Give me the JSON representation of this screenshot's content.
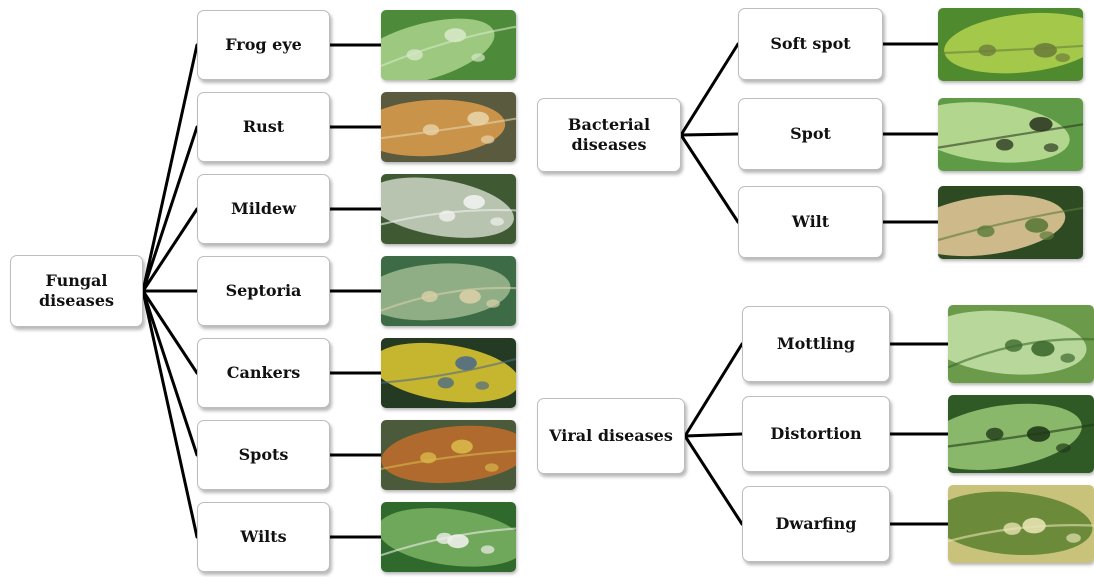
{
  "groups": [
    {
      "root": "Fungal diseases",
      "items": [
        {
          "label": "Frog eye",
          "photo": "frog-eye-leaf-photo",
          "colors": [
            "#4d8a3a",
            "#9cc97f",
            "#d6e8c6"
          ]
        },
        {
          "label": "Rust",
          "photo": "rust-leaf-photo",
          "colors": [
            "#5a5a3e",
            "#c9944a",
            "#e8d2a8"
          ]
        },
        {
          "label": "Mildew",
          "photo": "mildew-leaf-photo",
          "colors": [
            "#3f5a33",
            "#b9c4b0",
            "#f0f2ee"
          ]
        },
        {
          "label": "Septoria",
          "photo": "septoria-leaf-photo",
          "colors": [
            "#3d6b45",
            "#8fae86",
            "#d8cfa6"
          ]
        },
        {
          "label": "Cankers",
          "photo": "cankers-leaf-photo",
          "colors": [
            "#253a22",
            "#c6b52e",
            "#4e6b86"
          ]
        },
        {
          "label": "Spots",
          "photo": "spots-leaf-photo",
          "colors": [
            "#4a5a3a",
            "#b06a2e",
            "#d9b84a"
          ]
        },
        {
          "label": "Wilts",
          "photo": "wilts-plant-photo",
          "colors": [
            "#2f6a2c",
            "#6fa85a",
            "#eeeeea"
          ]
        }
      ]
    },
    {
      "root": "Bacterial diseases",
      "items": [
        {
          "label": "Soft spot",
          "photo": "soft-spot-leaf-photo",
          "colors": [
            "#4f8a2e",
            "#a4c94a",
            "#6d7e3a"
          ]
        },
        {
          "label": "Spot",
          "photo": "bacterial-spot-leaf-photo",
          "colors": [
            "#5f9a46",
            "#b2d68e",
            "#2d3a22"
          ]
        },
        {
          "label": "Wilt",
          "photo": "bacterial-wilt-leaf-photo",
          "colors": [
            "#2e4a22",
            "#cdb98a",
            "#5b7a3a"
          ]
        }
      ]
    },
    {
      "root": "Viral diseases",
      "items": [
        {
          "label": "Mottling",
          "photo": "mottling-leaf-photo",
          "colors": [
            "#6a9a4a",
            "#b7d89a",
            "#3e6a2e"
          ]
        },
        {
          "label": "Distortion",
          "photo": "distortion-plants-photo",
          "colors": [
            "#2f5a26",
            "#8ab86a",
            "#1e3a18"
          ]
        },
        {
          "label": "Dwarfing",
          "photo": "dwarfing-plants-photo",
          "colors": [
            "#c8c27a",
            "#6b8a3a",
            "#e6e2b0"
          ]
        }
      ]
    }
  ]
}
